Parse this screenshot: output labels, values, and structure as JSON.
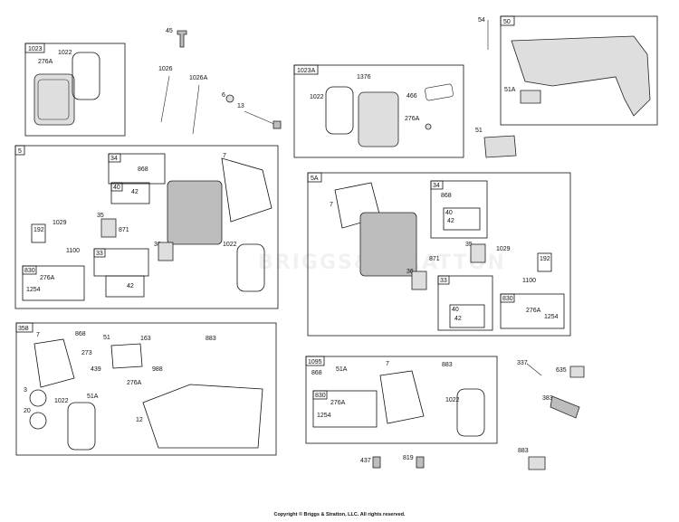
{
  "watermark": "BRIGGS&STRATTON",
  "copyright": "Copyright © Briggs & Stratton, LLC. All rights reserved.",
  "groups": [
    {
      "id": "1023",
      "labels": [
        "1022",
        "276A"
      ]
    },
    {
      "id": "1023A",
      "labels": [
        "1376",
        "1022",
        "466",
        "276A"
      ]
    },
    {
      "id": "50",
      "labels": [
        "51A"
      ]
    },
    {
      "id": "5",
      "labels": [
        "7",
        "1029",
        "35",
        "871",
        "36",
        "1022",
        "1100",
        "1254",
        "276A"
      ]
    },
    {
      "id": "5A",
      "labels": [
        "7",
        "871",
        "35",
        "1029",
        "36",
        "1100",
        "276A",
        "1254"
      ]
    },
    {
      "id": "358",
      "labels": [
        "7",
        "868",
        "51",
        "163",
        "883",
        "273",
        "439",
        "988",
        "276A",
        "3",
        "1022",
        "51A",
        "12",
        "20"
      ]
    },
    {
      "id": "1095",
      "labels": [
        "868",
        "51A",
        "7",
        "883",
        "1022"
      ]
    }
  ],
  "subgroups": [
    {
      "id": "34",
      "items": [
        "868"
      ]
    },
    {
      "id": "40",
      "items": [
        "42"
      ]
    },
    {
      "id": "192",
      "items": []
    },
    {
      "id": "33",
      "items": []
    },
    {
      "id": "830",
      "items": [
        "276A",
        "1254"
      ]
    }
  ],
  "loose_parts": [
    "45",
    "1026",
    "1026A",
    "6",
    "13",
    "54",
    "51",
    "337",
    "635",
    "383",
    "883",
    "437",
    "819"
  ]
}
